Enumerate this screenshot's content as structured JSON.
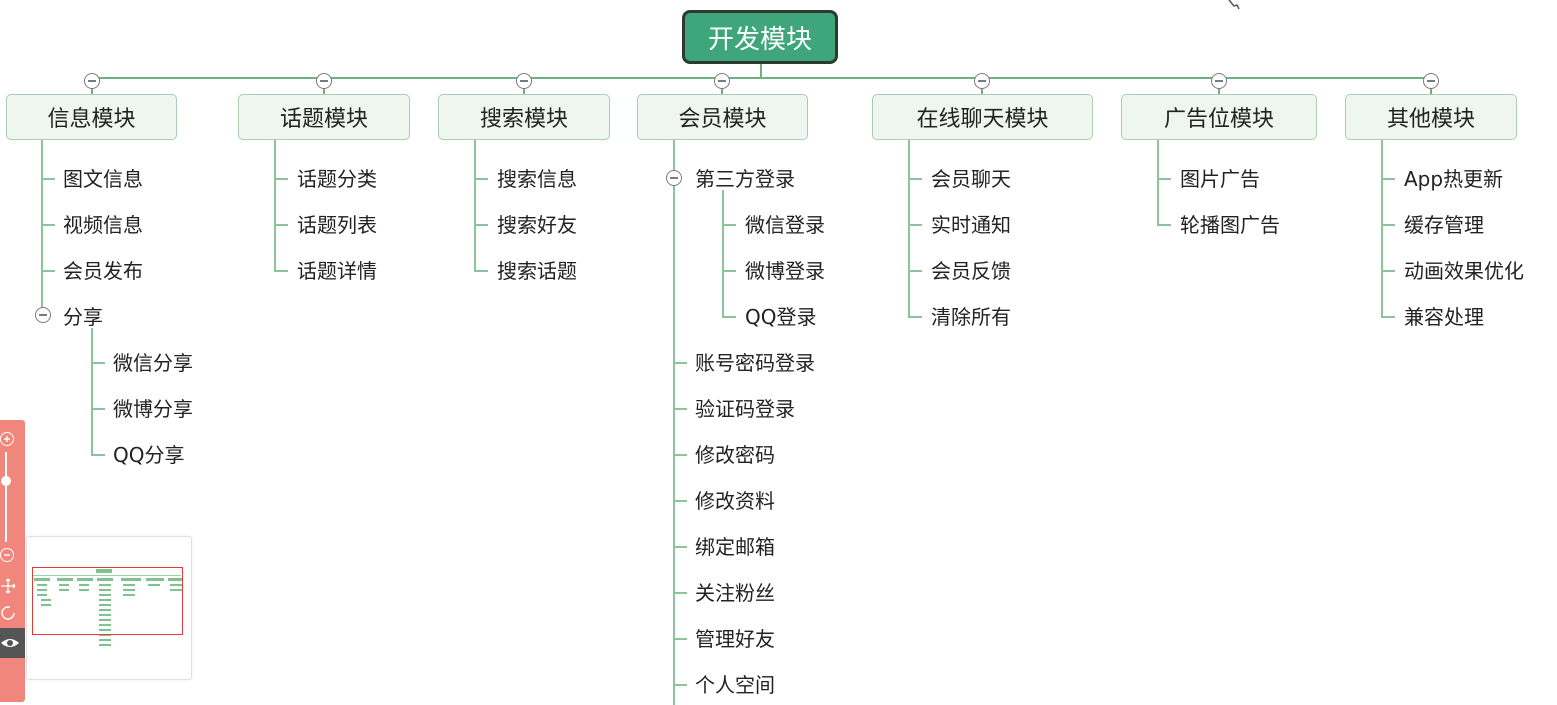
{
  "map": {
    "root": "开发模块",
    "topics": [
      {
        "label": "信息模块",
        "children": [
          {
            "label": "图文信息"
          },
          {
            "label": "视频信息"
          },
          {
            "label": "会员发布"
          },
          {
            "label": "分享",
            "children": [
              {
                "label": "微信分享"
              },
              {
                "label": "微博分享"
              },
              {
                "label": "QQ分享"
              }
            ]
          }
        ]
      },
      {
        "label": "话题模块",
        "children": [
          {
            "label": "话题分类"
          },
          {
            "label": "话题列表"
          },
          {
            "label": "话题详情"
          }
        ]
      },
      {
        "label": "搜索模块",
        "children": [
          {
            "label": "搜索信息"
          },
          {
            "label": "搜索好友"
          },
          {
            "label": "搜索话题"
          }
        ]
      },
      {
        "label": "会员模块",
        "children": [
          {
            "label": "第三方登录",
            "children": [
              {
                "label": "微信登录"
              },
              {
                "label": "微博登录"
              },
              {
                "label": "QQ登录"
              }
            ]
          },
          {
            "label": "账号密码登录"
          },
          {
            "label": "验证码登录"
          },
          {
            "label": "修改密码"
          },
          {
            "label": "修改资料"
          },
          {
            "label": "绑定邮箱"
          },
          {
            "label": "关注粉丝"
          },
          {
            "label": "管理好友"
          },
          {
            "label": "个人空间"
          }
        ]
      },
      {
        "label": "在线聊天模块",
        "children": [
          {
            "label": "会员聊天"
          },
          {
            "label": "实时通知"
          },
          {
            "label": "会员反馈"
          },
          {
            "label": "清除所有"
          }
        ]
      },
      {
        "label": "广告位模块",
        "children": [
          {
            "label": "图片广告"
          },
          {
            "label": "轮播图广告"
          }
        ]
      },
      {
        "label": "其他模块",
        "children": [
          {
            "label": "App热更新"
          },
          {
            "label": "缓存管理"
          },
          {
            "label": "动画效果优化"
          },
          {
            "label": "兼容处理"
          }
        ]
      }
    ]
  },
  "toolbar": {
    "icons": [
      "zoom-in-icon",
      "zoom-slider",
      "zoom-out-icon",
      "move-icon",
      "rotate-icon",
      "eye-icon"
    ]
  },
  "colors": {
    "root_fill": "#3fa57b",
    "root_border": "#2c3a33",
    "topic_fill": "#eef6ef",
    "topic_border": "#a9cfb2",
    "line": "#8dc39b",
    "toolbar": "#f0867c",
    "minimap_view": "#e23a3a"
  }
}
